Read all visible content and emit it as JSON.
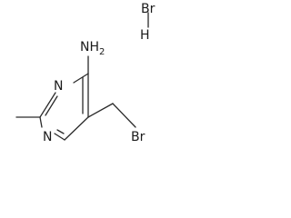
{
  "molecule": {
    "atoms": {
      "hbr_bromine": "Br",
      "hbr_hydrogen": "H",
      "amine": "NH",
      "amine_subscript": "2",
      "ring_n_top": "N",
      "ring_n_bottom": "N",
      "bromomethyl_bromine": "Br"
    }
  }
}
